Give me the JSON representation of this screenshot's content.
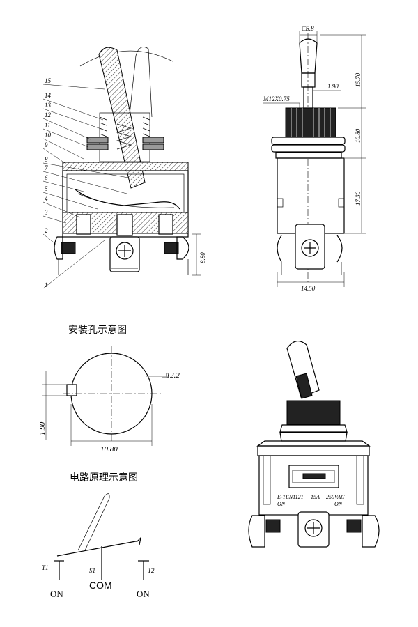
{
  "section_view": {
    "part_numbers": [
      "15",
      "14",
      "13",
      "12",
      "11",
      "10",
      "9",
      "8",
      "7",
      "6",
      "5",
      "4",
      "3",
      "2",
      "1"
    ],
    "dim_right": "8.80"
  },
  "side_view": {
    "thread_label": "M12X0.75",
    "top_square": "□5.8",
    "lever_width": "1.90",
    "dim_a": "15.70",
    "dim_b": "10.80",
    "dim_c": "17.30",
    "width": "14.50"
  },
  "mount_hole": {
    "title": "安装孔示意图",
    "square_label": "□12.2",
    "dim_left": "1.90",
    "dim_bottom": "10.80"
  },
  "circuit": {
    "title": "电路原理示意图",
    "t1": "T1",
    "s1": "S1",
    "t2": "T2",
    "com": "COM",
    "on_left": "ON",
    "on_right": "ON"
  },
  "iso_view": {
    "model": "E-TEN1121",
    "rating_a": "15A",
    "rating_v": "250VAC",
    "on_left": "ON",
    "on_right": "ON"
  }
}
